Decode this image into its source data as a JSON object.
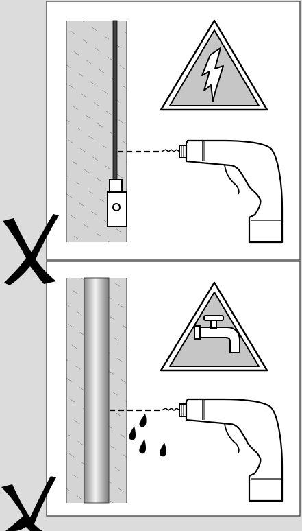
{
  "panels": [
    {
      "id": "panel-electric",
      "scene": "drilling-near-electrical-cable",
      "warning_icon": "lightning-bolt-icon",
      "hazard_object": "electrical-cable-in-wall",
      "verdict_icon": "x-mark-icon",
      "verdict": "prohibited"
    },
    {
      "id": "panel-water",
      "scene": "drilling-near-water-pipe",
      "warning_icon": "water-tap-icon",
      "hazard_object": "water-pipe-in-wall",
      "verdict_icon": "x-mark-icon",
      "verdict": "prohibited"
    }
  ],
  "colors": {
    "background": "#dcdcdc",
    "panel": "#ffffff",
    "wall": "#d6d6d6",
    "hatch": "#555555",
    "line": "#000000",
    "sign_fill": "#c8c8c8",
    "pipe_light": "#f0f0f0",
    "pipe_dark": "#7a7a7a"
  }
}
